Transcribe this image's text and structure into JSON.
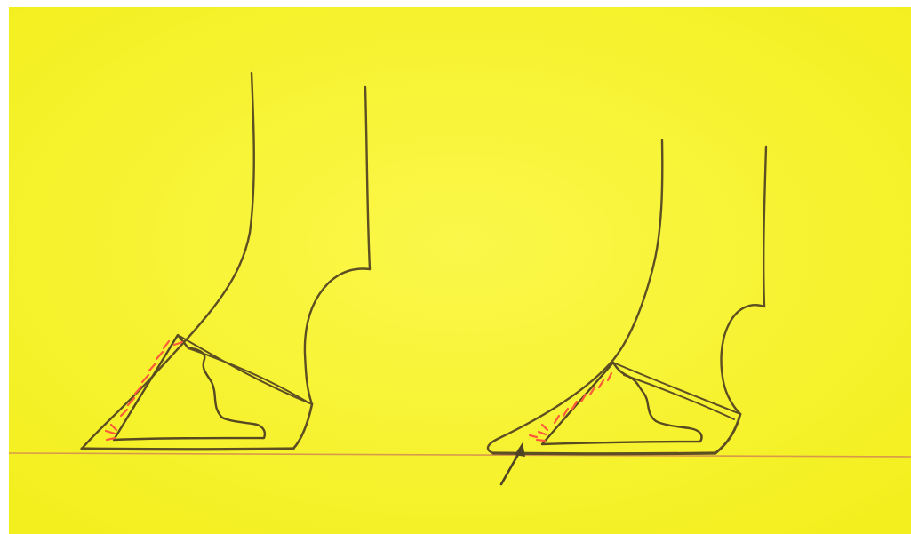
{
  "diagram": {
    "figures": [
      {
        "id": "normal-hoof",
        "kind": "hoof-outline"
      },
      {
        "id": "sinking-hoof",
        "kind": "hoof-outline",
        "annotation": "arrow-pointing-to-tip"
      }
    ],
    "colors": {
      "background": "#f8f530",
      "background_edge": "#ffffff",
      "outline": "#5d4f22",
      "sole_outline": "#574920",
      "ground_line": "#d89a4a",
      "inflammation_marks": "#ff5a3a",
      "arrow": "#4e4324"
    }
  }
}
